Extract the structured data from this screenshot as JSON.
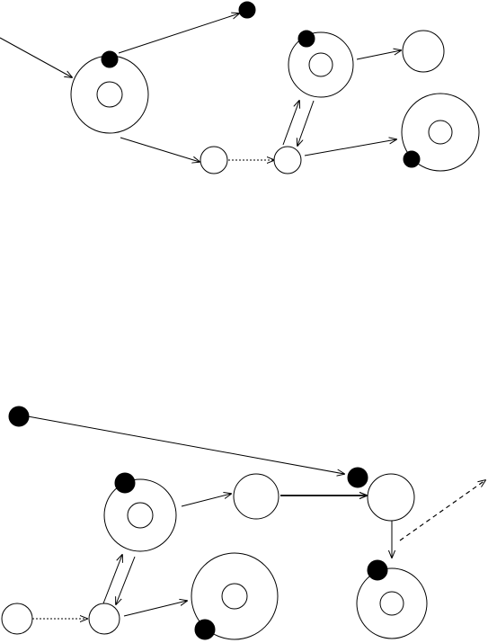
{
  "colors": {
    "stroke": "#000000",
    "node_fill": "#ffffff",
    "marker_fill": "#000000",
    "background": "#ffffff"
  },
  "panels": [
    {
      "id": "top-diagram",
      "nodes": [
        {
          "id": "t-big-left",
          "kind": "double-ring"
        },
        {
          "id": "t-double-mid-right",
          "kind": "double-ring"
        },
        {
          "id": "t-single-right",
          "kind": "single"
        },
        {
          "id": "t-double-right",
          "kind": "double-ring"
        },
        {
          "id": "t-small-a",
          "kind": "single"
        },
        {
          "id": "t-small-b",
          "kind": "single"
        },
        {
          "id": "t-free-dot",
          "kind": "marker"
        }
      ],
      "edges": [
        {
          "from": "off-left",
          "to": "t-big-left",
          "style": "solid"
        },
        {
          "from": "t-big-left-marker",
          "to": "t-free-dot",
          "style": "solid"
        },
        {
          "from": "t-big-left",
          "to": "t-small-a",
          "style": "solid"
        },
        {
          "from": "t-small-a",
          "to": "t-small-b",
          "style": "dotted"
        },
        {
          "from": "t-small-b",
          "to": "t-double-mid-right",
          "style": "solid"
        },
        {
          "from": "t-double-mid-right",
          "to": "t-small-b",
          "style": "solid"
        },
        {
          "from": "t-double-mid-right",
          "to": "t-single-right",
          "style": "solid"
        },
        {
          "from": "t-small-b",
          "to": "t-double-right",
          "style": "solid"
        }
      ]
    },
    {
      "id": "bottom-diagram",
      "nodes": [
        {
          "id": "b-free-dot",
          "kind": "marker"
        },
        {
          "id": "b-double-left",
          "kind": "double-ring"
        },
        {
          "id": "b-single-mid",
          "kind": "single"
        },
        {
          "id": "b-single-right",
          "kind": "single"
        },
        {
          "id": "b-double-right",
          "kind": "double-ring"
        },
        {
          "id": "b-double-bottom",
          "kind": "double-ring"
        },
        {
          "id": "b-small-a",
          "kind": "single"
        },
        {
          "id": "b-small-b",
          "kind": "single"
        }
      ],
      "edges": [
        {
          "from": "b-free-dot",
          "to": "b-single-right",
          "style": "solid"
        },
        {
          "from": "b-double-left",
          "to": "b-single-mid",
          "style": "solid"
        },
        {
          "from": "b-single-mid",
          "to": "b-single-right",
          "style": "bold"
        },
        {
          "from": "b-single-right",
          "to": "b-double-right",
          "style": "solid"
        },
        {
          "from": "b-double-right",
          "to": "off-right",
          "style": "dashed"
        },
        {
          "from": "b-small-a",
          "to": "b-small-b",
          "style": "dotted"
        },
        {
          "from": "b-small-b",
          "to": "b-double-left",
          "style": "solid"
        },
        {
          "from": "b-double-left",
          "to": "b-small-b",
          "style": "solid"
        },
        {
          "from": "b-small-b",
          "to": "b-double-bottom",
          "style": "solid"
        }
      ]
    }
  ]
}
